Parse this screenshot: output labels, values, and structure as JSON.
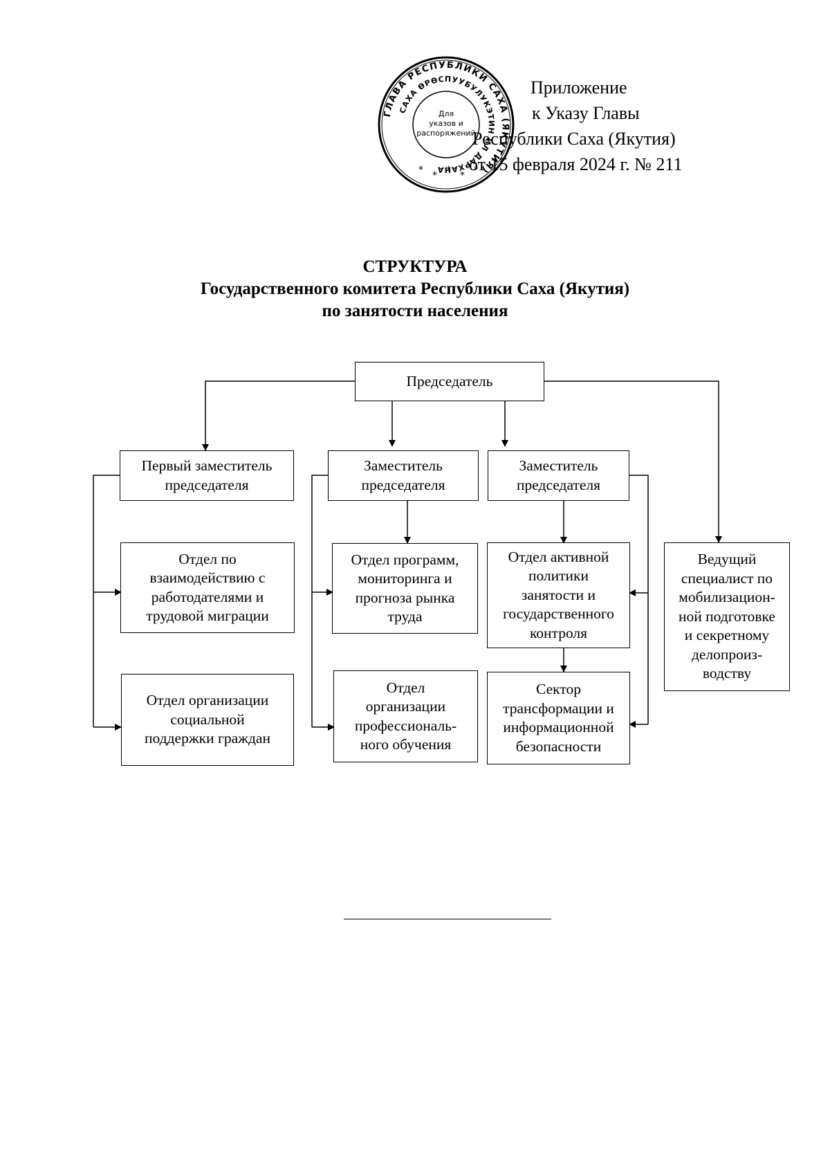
{
  "seal": {
    "outer_text": "ГЛАВА РЕСПУБЛИКИ САХА (ЯКУТИЯ)",
    "inner_text": "САХА ӨРӨСПУУБУЛУКЭТИН ИЛ ДАРХАНА",
    "center_line1": "Для",
    "center_line2": "указов и",
    "center_line3": "распоряжений"
  },
  "appendix": {
    "line1": "Приложение",
    "line2": "к Указу Главы",
    "line3": "Республики Саха (Якутия)",
    "line4": "от 15 февраля 2024 г. № 211"
  },
  "title": {
    "line1": "СТРУКТУРА",
    "line2": "Государственного комитета Республики Саха (Якутия)",
    "line3": "по занятости населения"
  },
  "org": {
    "chairman": "Председатель",
    "first_deputy": "Первый заместитель\nпредседателя",
    "deputy_1": "Заместитель\nпредседателя",
    "deputy_2": "Заместитель\nпредседателя",
    "dept_employers": "Отдел по\nвзаимодействию с\nработодателями и\nтрудовой миграции",
    "dept_social": "Отдел организации\nсоциальной\nподдержки граждан",
    "dept_programs": "Отдел программ,\nмониторинга и\nпрогноза рынка\nтруда",
    "dept_training": "Отдел\nорганизации\nпрофессиональ-\nного обучения",
    "dept_active_policy": "Отдел активной\nполитики\nзанятости и\nгосударственного\nконтроля",
    "sector_transformation": "Сектор\nтрансформации и\nинформационной\nбезопасности",
    "lead_specialist": "Ведущий\nспециалист по\nмобилизацион-\nной подготовке\nи секретному\nделопроиз-\nводству"
  }
}
